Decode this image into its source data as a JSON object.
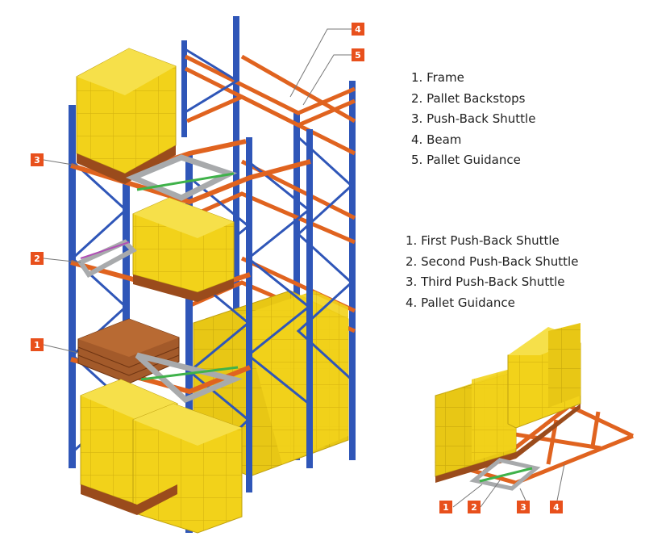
{
  "legend_top": {
    "items": [
      "1. Frame",
      "2. Pallet Backstops",
      "3. Push-Back Shuttle",
      "4. Beam",
      "5. Pallet Guidance"
    ]
  },
  "legend_bottom": {
    "items": [
      "1. First Push-Back Shuttle",
      "2. Second Push-Back Shuttle",
      "3. Third Push-Back Shuttle",
      "4. Pallet Guidance"
    ]
  },
  "callouts_main": [
    "3",
    "2",
    "1",
    "4",
    "5"
  ],
  "callouts_detail": [
    "1",
    "2",
    "3",
    "4"
  ],
  "colors": {
    "upright": "#2f56b8",
    "beam": "#e0631f",
    "box": "#f2d21a",
    "pallet": "#9a4b1c",
    "shuttle": "#a8aaac",
    "guide": "#3fb24a",
    "badge": "#e8501c"
  }
}
